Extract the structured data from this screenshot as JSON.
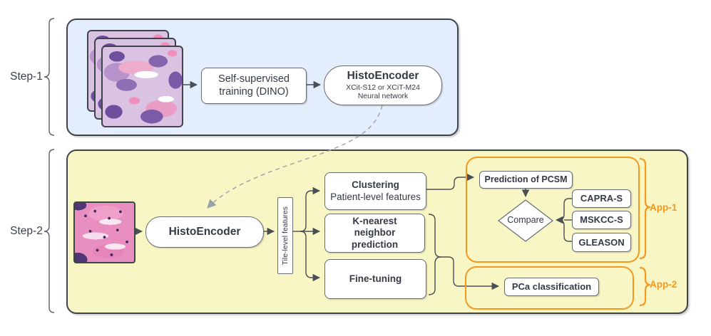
{
  "diagram": {
    "step1": {
      "label": "Step-1",
      "dino_box": "Self-supervised training (DINO)",
      "encoder": {
        "title": "HistoEncoder",
        "sub1": "XCit-S12 or XCiT-M24",
        "sub2": "Neural network"
      }
    },
    "step2": {
      "label": "Step-2",
      "encoder_title": "HistoEncoder",
      "tile_features_label": "Tile-level features",
      "clustering": {
        "title": "Clustering",
        "subtitle": "Patient-level features"
      },
      "knn": "K-nearest neighbor prediction",
      "finetuning": "Fine-tuning",
      "prediction_pcsm": "Prediction of PCSM",
      "compare": "Compare",
      "comparators": [
        "CAPRA-S",
        "MSKCC-S",
        "GLEASON"
      ],
      "pca_classification": "PCa classification",
      "app1_label": "App-1",
      "app2_label": "App-2"
    },
    "colors": {
      "step1_fill": "#e3edfb",
      "step2_fill": "#f9f6c6",
      "accent_orange": "#f5981f",
      "dark_border": "#3f444b",
      "node_border": "#666b72",
      "text": "#343a46",
      "dashed_arrow": "#9aa1a8"
    }
  }
}
